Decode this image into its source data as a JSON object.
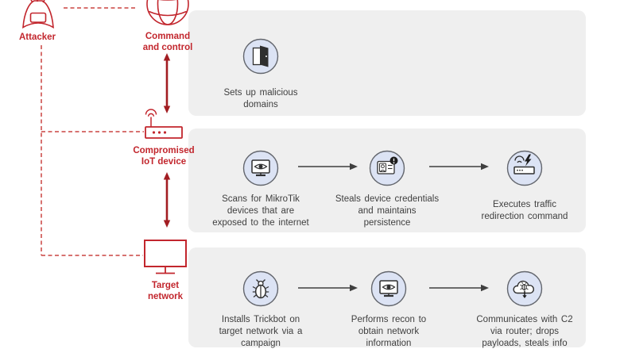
{
  "palette": {
    "accent_red": "#c2262d",
    "arrow_dark_red": "#a21d22",
    "dashed_red": "#ca4341",
    "band_background": "#efefef",
    "icon_disc_fill": "#dce3f4",
    "icon_disc_border": "#63666d",
    "glyph_color": "#2f2f2f",
    "body_text": "#3f3f3f"
  },
  "actors": {
    "attacker": {
      "label": "Attacker"
    },
    "command_and_control": {
      "label": "Command\nand control"
    },
    "compromised_iot_device": {
      "label": "Compromised\nIoT device"
    },
    "target_network": {
      "label": "Target\nnetwork"
    }
  },
  "lanes": [
    {
      "id": "c2-activities",
      "steps": [
        {
          "icon": "door-icon",
          "text": "Sets up malicious\ndomains"
        }
      ]
    },
    {
      "id": "iot-activities",
      "steps": [
        {
          "icon": "scan-monitor-icon",
          "text": "Scans for MikroTik\ndevices that are\nexposed to the internet"
        },
        {
          "icon": "credentials-alert-icon",
          "text": "Steals device credentials\nand maintains\npersistence"
        },
        {
          "icon": "router-lightning-icon",
          "text": "Executes traffic\nredirection  command"
        }
      ]
    },
    {
      "id": "target-activities",
      "steps": [
        {
          "icon": "bug-icon",
          "text": "Installs Trickbot on\ntarget network via a\ncampaign"
        },
        {
          "icon": "recon-monitor-icon",
          "text": "Performs recon to\nobtain network\ninformation"
        },
        {
          "icon": "cloud-c2-icon",
          "text": "Communicates with C2\nvia router; drops\npayloads, steals info"
        }
      ]
    }
  ]
}
